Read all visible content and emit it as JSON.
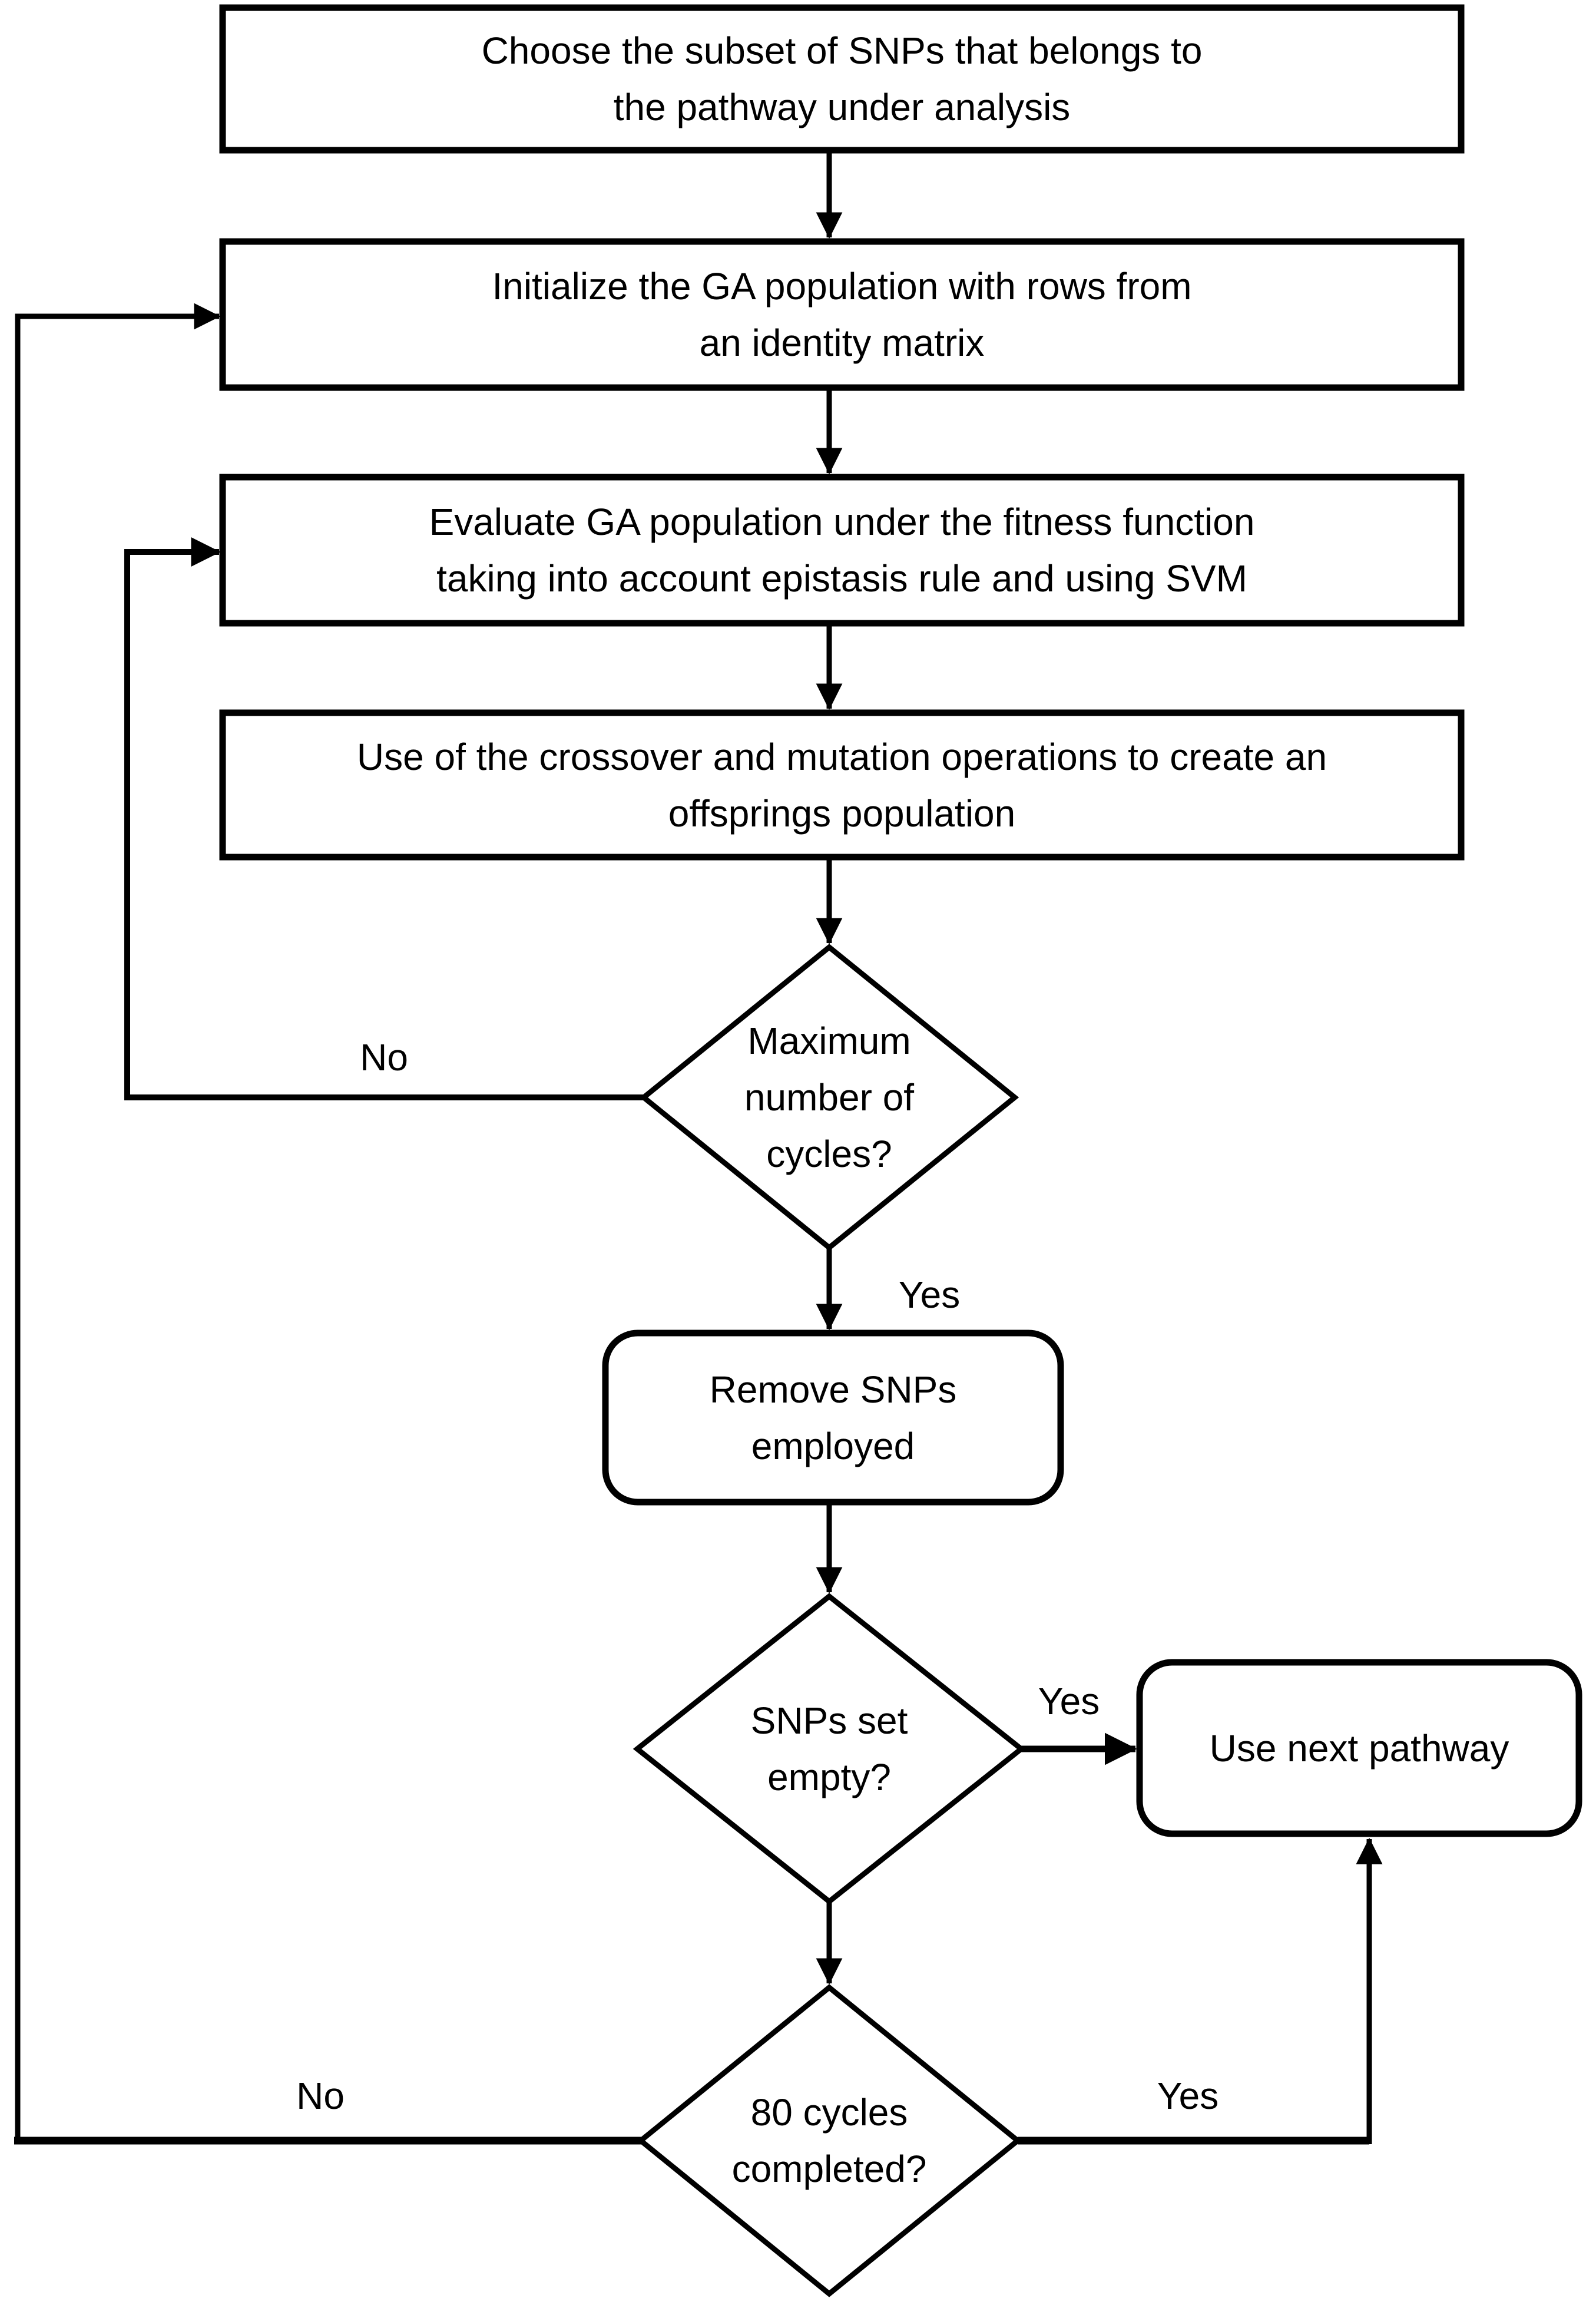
{
  "flowchart": {
    "colors": {
      "stroke": "#000000",
      "shape_fill": "#ffffff",
      "background": "#ffffff"
    },
    "nodes": {
      "choose_snps": {
        "type": "process",
        "label": "Choose the subset of SNPs that belongs to\nthe pathway under analysis"
      },
      "initialize_ga": {
        "type": "process",
        "label": "Initialize the GA population with rows from\nan identity matrix"
      },
      "evaluate_ga": {
        "type": "process",
        "label": "Evaluate GA population under the fitness function\ntaking into account epistasis rule and using SVM"
      },
      "crossover_mutation": {
        "type": "process",
        "label": "Use of the crossover and mutation operations to create an\noffsprings population"
      },
      "max_cycles": {
        "type": "decision",
        "label": "Maximum\nnumber of\ncycles?"
      },
      "remove_snps": {
        "type": "terminal",
        "label": "Remove SNPs\nemployed"
      },
      "snps_empty": {
        "type": "decision",
        "label": "SNPs set\nempty?"
      },
      "use_next_pathway": {
        "type": "terminal",
        "label": "Use next pathway"
      },
      "cycles_80": {
        "type": "decision",
        "label": "80 cycles\ncompleted?"
      }
    },
    "edge_labels": {
      "max_cycles_no": "No",
      "max_cycles_yes": "Yes",
      "snps_empty_yes": "Yes",
      "cycles_80_no": "No",
      "cycles_80_yes": "Yes"
    }
  }
}
